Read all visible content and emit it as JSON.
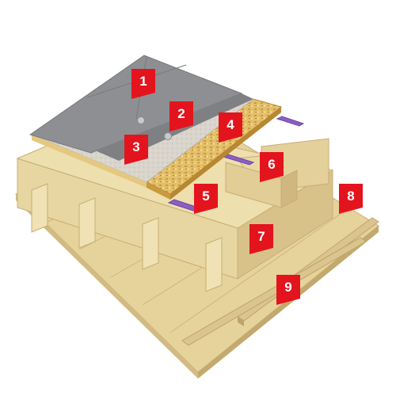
{
  "labels": [
    {
      "number": "1"
    },
    {
      "number": "2"
    },
    {
      "number": "3"
    },
    {
      "number": "4"
    },
    {
      "number": "5"
    },
    {
      "number": "6"
    },
    {
      "number": "7"
    },
    {
      "number": "8"
    },
    {
      "number": "9"
    }
  ],
  "colors": {
    "label": "#e3141e",
    "membrane": "#8e8f92",
    "insulation": "#d9d5cc",
    "osb": "#e4bf6a",
    "timber": "#e8d6a2",
    "timber_dark": "#c9b07a",
    "resilient_strip": "#8c5fc2"
  }
}
